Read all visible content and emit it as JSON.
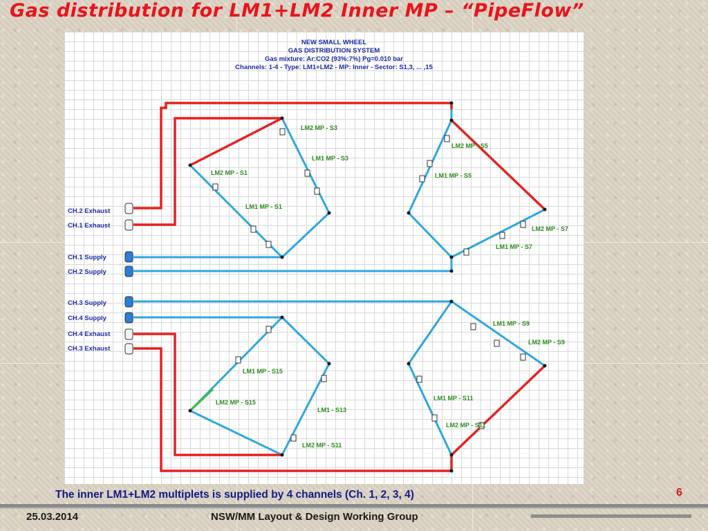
{
  "slide": {
    "title": "Gas distribution for LM1+LM2 Inner MP – “PipeFlow”",
    "caption": "The inner LM1+LM2 multiplets is supplied by 4 channels (Ch. 1, 2, 3, 4)",
    "page_number": "6",
    "footer_date": "25.03.2014",
    "footer_group": "NSW/MM  Layout & Design Working Group"
  },
  "diagram": {
    "header_lines": [
      "NEW SMALL WHEEL",
      "GAS DISTRIBUTION SYSTEM",
      "Gas mixture: Ar:CO2 (93%:7%) Pg=0.010 bar",
      "Channels: 1-4 - Type: LM1+LM2 - MP: Inner - Sector: S1,3, ... ,15"
    ],
    "channels": [
      {
        "label": "CH.2 Exhaust",
        "kind": "exhaust"
      },
      {
        "label": "CH.1 Exhaust",
        "kind": "exhaust"
      },
      {
        "label": "CH.1 Supply",
        "kind": "supply"
      },
      {
        "label": "CH.2 Supply",
        "kind": "supply"
      },
      {
        "label": "CH.3 Supply",
        "kind": "supply"
      },
      {
        "label": "CH.4 Supply",
        "kind": "supply"
      },
      {
        "label": "CH.4 Exhaust",
        "kind": "exhaust"
      },
      {
        "label": "CH.3 Exhaust",
        "kind": "exhaust"
      }
    ],
    "sector_labels": [
      "LM2 MP - S3",
      "LM1 MP - S3",
      "LM2 MP - S1",
      "LM1 MP - S1",
      "LM2 MP - S5",
      "LM1 MP - S5",
      "LM2 MP - S7",
      "LM1 MP - S7",
      "LM1 MP - S9",
      "LM2 MP - S9",
      "LM1 MP - S15",
      "LM2 MP - S15",
      "LM1 - S13",
      "LM2 MP - S11",
      "LM1 MP - S11",
      "LM2 MP - S11"
    ],
    "colors": {
      "supply_pipe": "#2ea7e0",
      "exhaust_pipe": "#e42222",
      "label_green": "#2e8b1f",
      "label_blue": "#1c2aa8",
      "title_red": "#e8141c"
    }
  }
}
